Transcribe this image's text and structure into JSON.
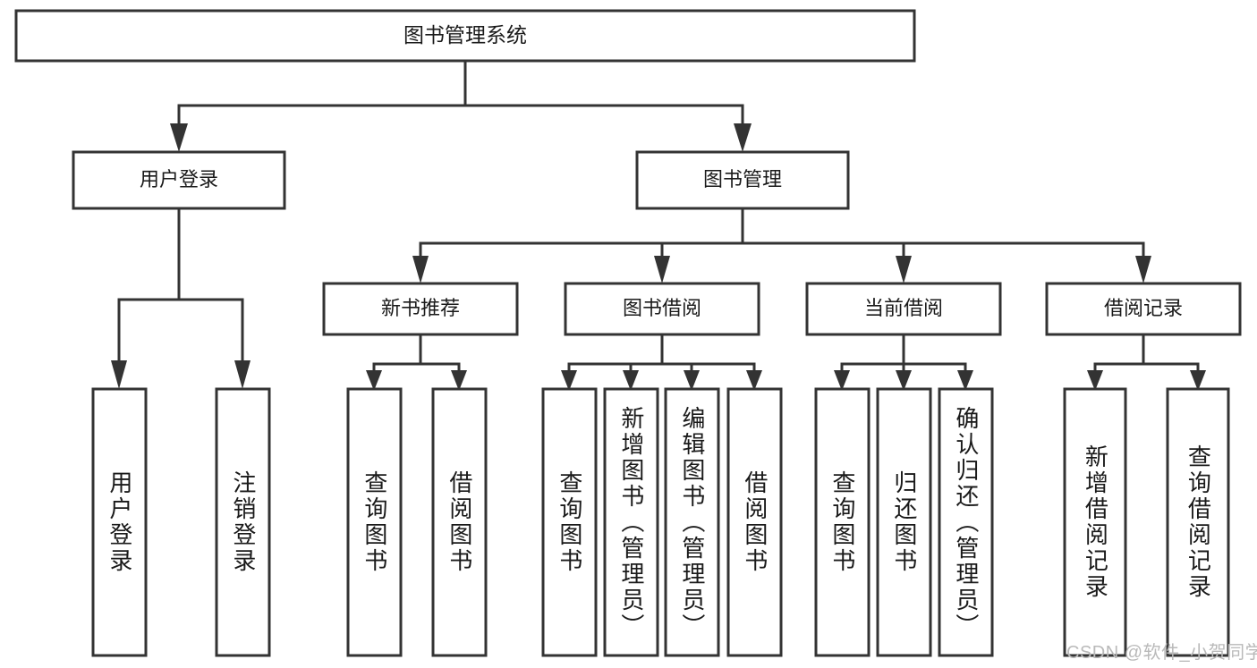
{
  "diagram": {
    "type": "tree-hierarchy",
    "title": "图书管理系统",
    "root": {
      "id": "root",
      "label": "图书管理系统",
      "orientation": "horizontal"
    },
    "level2": [
      {
        "id": "user-login",
        "label": "用户登录",
        "orientation": "horizontal"
      },
      {
        "id": "book-manage",
        "label": "图书管理",
        "orientation": "horizontal"
      }
    ],
    "level3": [
      {
        "id": "new-book-rec",
        "label": "新书推荐",
        "orientation": "horizontal",
        "parent": "book-manage"
      },
      {
        "id": "book-borrow",
        "label": "图书借阅",
        "orientation": "horizontal",
        "parent": "book-manage"
      },
      {
        "id": "current-borrow",
        "label": "当前借阅",
        "orientation": "horizontal",
        "parent": "book-manage"
      },
      {
        "id": "borrow-record",
        "label": "借阅记录",
        "orientation": "horizontal",
        "parent": "book-manage"
      }
    ],
    "leaves": {
      "user-login": [
        {
          "id": "leaf-user-login",
          "label": "用户登录"
        },
        {
          "id": "leaf-user-logout",
          "label": "注销登录"
        }
      ],
      "new-book-rec": [
        {
          "id": "leaf-query-book-1",
          "label": "查询图书"
        },
        {
          "id": "leaf-borrow-book-1",
          "label": "借阅图书"
        }
      ],
      "book-borrow": [
        {
          "id": "leaf-query-book-2",
          "label": "查询图书"
        },
        {
          "id": "leaf-add-book",
          "label": "新增图书（管理员）"
        },
        {
          "id": "leaf-edit-book",
          "label": "编辑图书（管理员）"
        },
        {
          "id": "leaf-borrow-book-2",
          "label": "借阅图书"
        }
      ],
      "current-borrow": [
        {
          "id": "leaf-query-book-3",
          "label": "查询图书"
        },
        {
          "id": "leaf-return-book",
          "label": "归还图书"
        },
        {
          "id": "leaf-confirm-return",
          "label": "确认归还（管理员）"
        }
      ],
      "borrow-record": [
        {
          "id": "leaf-add-record",
          "label": "新增借阅记录"
        },
        {
          "id": "leaf-query-record",
          "label": "查询借阅记录"
        }
      ]
    },
    "colors": {
      "box_stroke": "#333333",
      "box_fill": "#ffffff",
      "connector": "#333333",
      "text": "#1a1a1a",
      "watermark": "#b9b9b9",
      "background": "#ffffff"
    }
  },
  "watermark": {
    "text": "CSDN @软件_小贺同学"
  }
}
